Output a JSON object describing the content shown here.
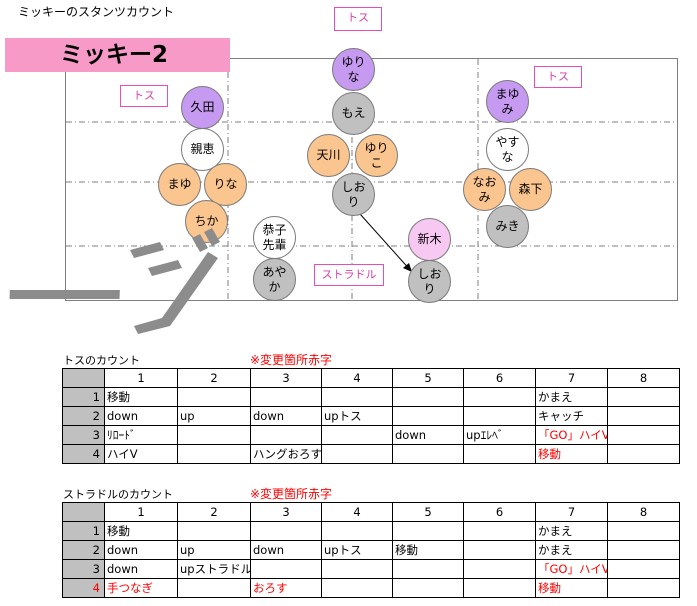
{
  "page_title": "ミッキーのスタンツカウント",
  "banner": "ミッキー2",
  "stage": {
    "tags": [
      "トス",
      "トス",
      "トス",
      "ストラドル"
    ],
    "people": [
      {
        "name": "ゆり\nな",
        "color": "purple"
      },
      {
        "name": "もえ",
        "color": "gray"
      },
      {
        "name": "天川",
        "color": "orange"
      },
      {
        "name": "ゆり\nこ",
        "color": "orange"
      },
      {
        "name": "しお\nり",
        "color": "gray"
      },
      {
        "name": "久田",
        "color": "purple"
      },
      {
        "name": "親恵",
        "color": "white"
      },
      {
        "name": "まゆ",
        "color": "orange"
      },
      {
        "name": "りな",
        "color": "orange"
      },
      {
        "name": "ちか",
        "color": "orange"
      },
      {
        "name": "恭子\n先輩",
        "color": "white"
      },
      {
        "name": "あや\nか",
        "color": "gray"
      },
      {
        "name": "新木",
        "color": "pink"
      },
      {
        "name": "しお\nり",
        "color": "gray"
      },
      {
        "name": "まゆ\nみ",
        "color": "purple"
      },
      {
        "name": "やす\nな",
        "color": "white"
      },
      {
        "name": "なお\nみ",
        "color": "orange"
      },
      {
        "name": "森下",
        "color": "orange"
      },
      {
        "name": "みき",
        "color": "gray"
      }
    ]
  },
  "toss_section": {
    "title": "トスのカウント",
    "note": "※変更箇所赤字",
    "headers": [
      "1",
      "2",
      "3",
      "4",
      "5",
      "6",
      "7",
      "8"
    ],
    "rows": [
      {
        "n": "1",
        "cells": [
          {
            "t": "移動"
          },
          {
            "t": ""
          },
          {
            "t": ""
          },
          {
            "t": ""
          },
          {
            "t": ""
          },
          {
            "t": ""
          },
          {
            "t": "かまえ"
          },
          {
            "t": ""
          }
        ]
      },
      {
        "n": "2",
        "cells": [
          {
            "t": "down"
          },
          {
            "t": "up"
          },
          {
            "t": "down"
          },
          {
            "t": "upトス"
          },
          {
            "t": ""
          },
          {
            "t": ""
          },
          {
            "t": "キャッチ"
          },
          {
            "t": ""
          }
        ]
      },
      {
        "n": "3",
        "cells": [
          {
            "t": "ﾘﾛｰﾄﾞ"
          },
          {
            "t": ""
          },
          {
            "t": ""
          },
          {
            "t": ""
          },
          {
            "t": "down"
          },
          {
            "t": "upｴﾚﾍﾞ"
          },
          {
            "t": "「GO」ハイV",
            "red": true
          },
          {
            "t": ""
          }
        ]
      },
      {
        "n": "4",
        "cells": [
          {
            "t": "ハイV"
          },
          {
            "t": ""
          },
          {
            "t": "ハングおろす"
          },
          {
            "t": ""
          },
          {
            "t": ""
          },
          {
            "t": ""
          },
          {
            "t": "移動",
            "red": true
          },
          {
            "t": ""
          }
        ]
      }
    ]
  },
  "straddle_section": {
    "title": "ストラドルのカウント",
    "note": "※変更箇所赤字",
    "headers": [
      "1",
      "2",
      "3",
      "4",
      "5",
      "6",
      "7",
      "8"
    ],
    "rows": [
      {
        "n": "1",
        "cells": [
          {
            "t": "移動"
          },
          {
            "t": ""
          },
          {
            "t": ""
          },
          {
            "t": ""
          },
          {
            "t": ""
          },
          {
            "t": ""
          },
          {
            "t": "かまえ"
          },
          {
            "t": ""
          }
        ]
      },
      {
        "n": "2",
        "cells": [
          {
            "t": "down"
          },
          {
            "t": "up"
          },
          {
            "t": "down"
          },
          {
            "t": "upトス"
          },
          {
            "t": "移動"
          },
          {
            "t": ""
          },
          {
            "t": "かまえ"
          },
          {
            "t": ""
          }
        ]
      },
      {
        "n": "3",
        "cells": [
          {
            "t": "down"
          },
          {
            "t": "upストラドル"
          },
          {
            "t": ""
          },
          {
            "t": ""
          },
          {
            "t": ""
          },
          {
            "t": ""
          },
          {
            "t": "「GO」ハイV",
            "red": true
          },
          {
            "t": ""
          }
        ]
      },
      {
        "n": "4",
        "cells": [
          {
            "t": "手つなぎ",
            "red": true
          },
          {
            "t": ""
          },
          {
            "t": "おろす",
            "red": true
          },
          {
            "t": ""
          },
          {
            "t": ""
          },
          {
            "t": ""
          },
          {
            "t": "移動",
            "red": true
          },
          {
            "t": ""
          }
        ]
      }
    ],
    "red_row_index": "4"
  }
}
